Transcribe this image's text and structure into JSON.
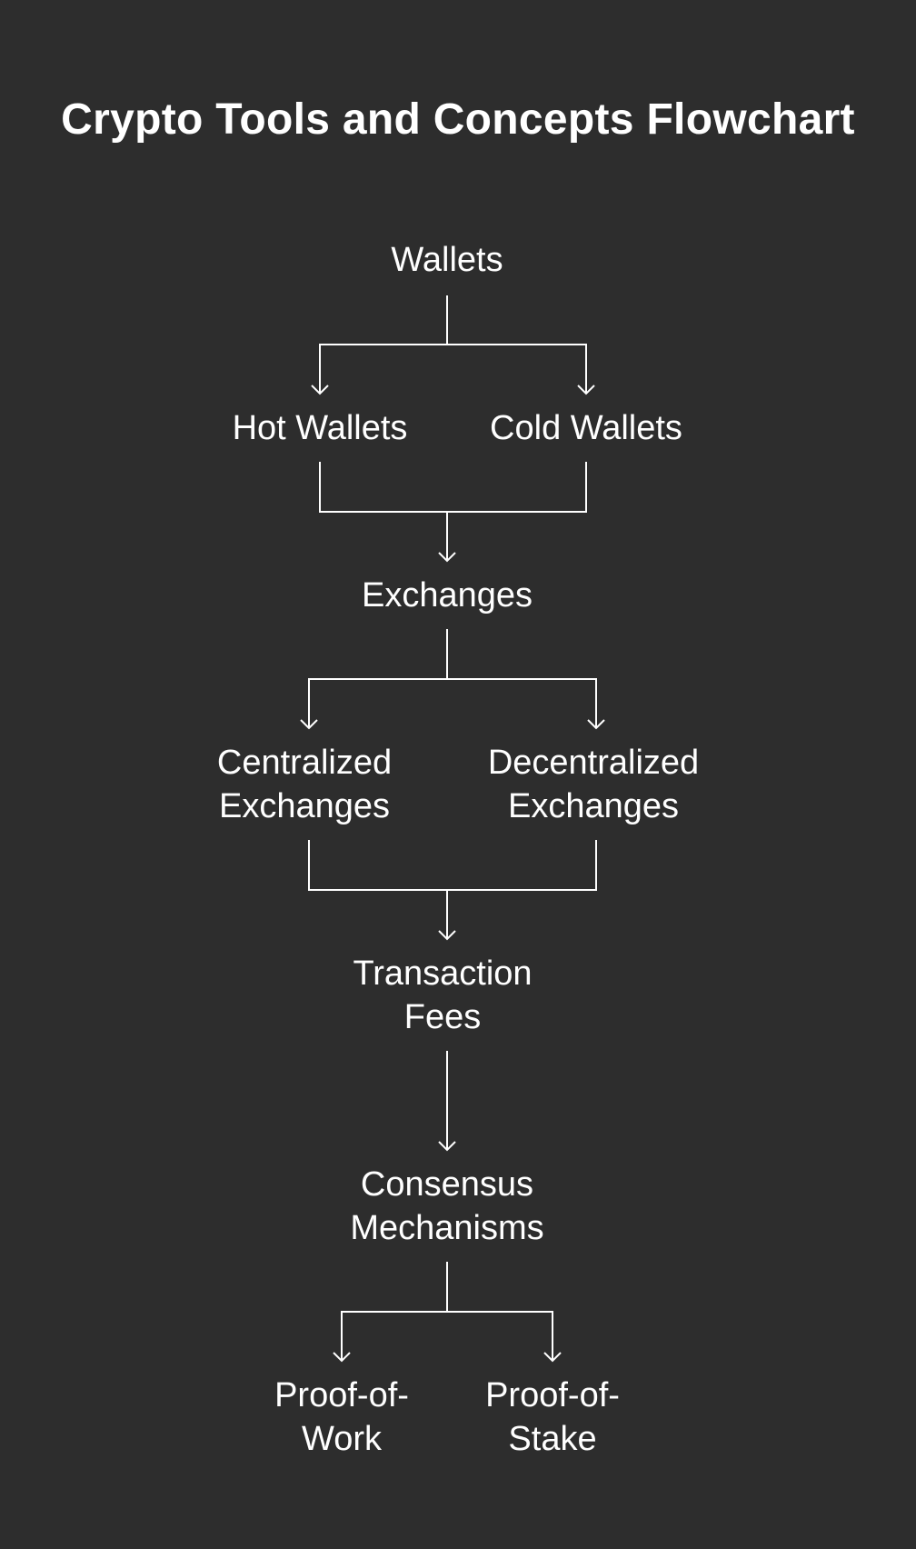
{
  "title": "Crypto Tools and Concepts Flowchart",
  "nodes": {
    "wallets": {
      "label": "Wallets"
    },
    "hot_wallets": {
      "label": "Hot Wallets"
    },
    "cold_wallets": {
      "label": "Cold Wallets"
    },
    "exchanges": {
      "label": "Exchanges"
    },
    "centralized": {
      "lines": [
        "Centralized",
        "Exchanges"
      ]
    },
    "decentralized": {
      "lines": [
        "Decentralized",
        "Exchanges"
      ]
    },
    "transaction_fees": {
      "lines": [
        "Transaction",
        "Fees"
      ]
    },
    "consensus": {
      "lines": [
        "Consensus",
        "Mechanisms"
      ]
    },
    "pow": {
      "lines": [
        "Proof-of-",
        "Work"
      ]
    },
    "pos": {
      "lines": [
        "Proof-of-",
        "Stake"
      ]
    }
  },
  "edges": [
    {
      "from": "Wallets",
      "to": "Hot Wallets"
    },
    {
      "from": "Wallets",
      "to": "Cold Wallets"
    },
    {
      "from": "Hot Wallets",
      "to": "Exchanges"
    },
    {
      "from": "Cold Wallets",
      "to": "Exchanges"
    },
    {
      "from": "Exchanges",
      "to": "Centralized Exchanges"
    },
    {
      "from": "Exchanges",
      "to": "Decentralized Exchanges"
    },
    {
      "from": "Centralized Exchanges",
      "to": "Transaction Fees"
    },
    {
      "from": "Decentralized Exchanges",
      "to": "Transaction Fees"
    },
    {
      "from": "Transaction Fees",
      "to": "Consensus Mechanisms"
    },
    {
      "from": "Consensus Mechanisms",
      "to": "Proof-of-Work"
    },
    {
      "from": "Consensus Mechanisms",
      "to": "Proof-of-Stake"
    }
  ],
  "colors": {
    "background": "#2d2d2d",
    "text": "#ffffff",
    "connector": "#ffffff"
  }
}
